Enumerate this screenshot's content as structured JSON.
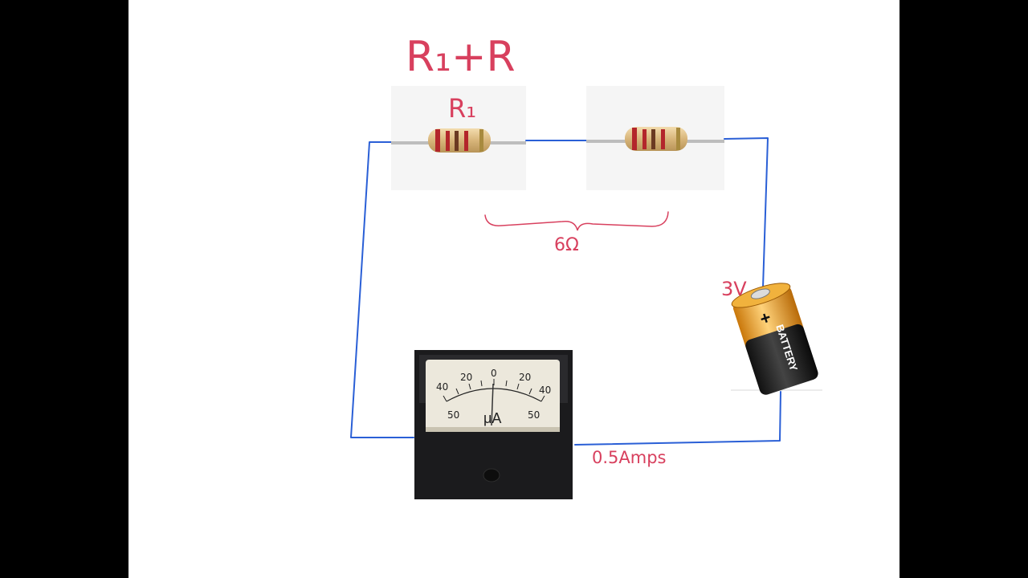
{
  "title_expression": "R₁+R",
  "resistors": [
    {
      "label": "R₁"
    },
    {
      "label": ""
    }
  ],
  "combined_resistance": "6Ω",
  "battery": {
    "voltage": "3V",
    "terminal_symbol": "+",
    "brand_text": "BATTERY"
  },
  "meter": {
    "unit": "μA",
    "left_scale": [
      "50",
      "40",
      "20"
    ],
    "center_scale": "0",
    "right_scale": [
      "20",
      "40",
      "50"
    ]
  },
  "current_annotation": "0.5Amps",
  "colors": {
    "wire": "#2a5fd6",
    "ink": "#d8405e",
    "resistor_body": "#e2c48e",
    "band_red": "#b3262b",
    "band_brown": "#6b3a22"
  }
}
